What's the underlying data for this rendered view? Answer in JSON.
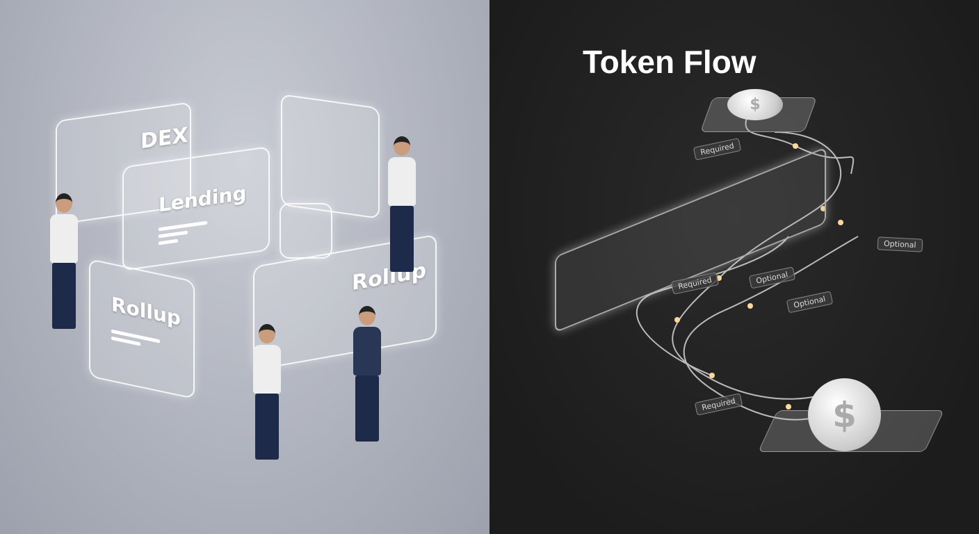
{
  "left_scene": {
    "panels": [
      {
        "title": "DEX"
      },
      {
        "title": "Lending"
      },
      {
        "title": "Rollup"
      },
      {
        "title": "Rollup"
      }
    ]
  },
  "right_scene": {
    "title": "Token Flow",
    "tags": [
      "Required",
      "Required",
      "Optional",
      "Optional",
      "Optional",
      "Required"
    ],
    "coin_symbol": "$"
  }
}
